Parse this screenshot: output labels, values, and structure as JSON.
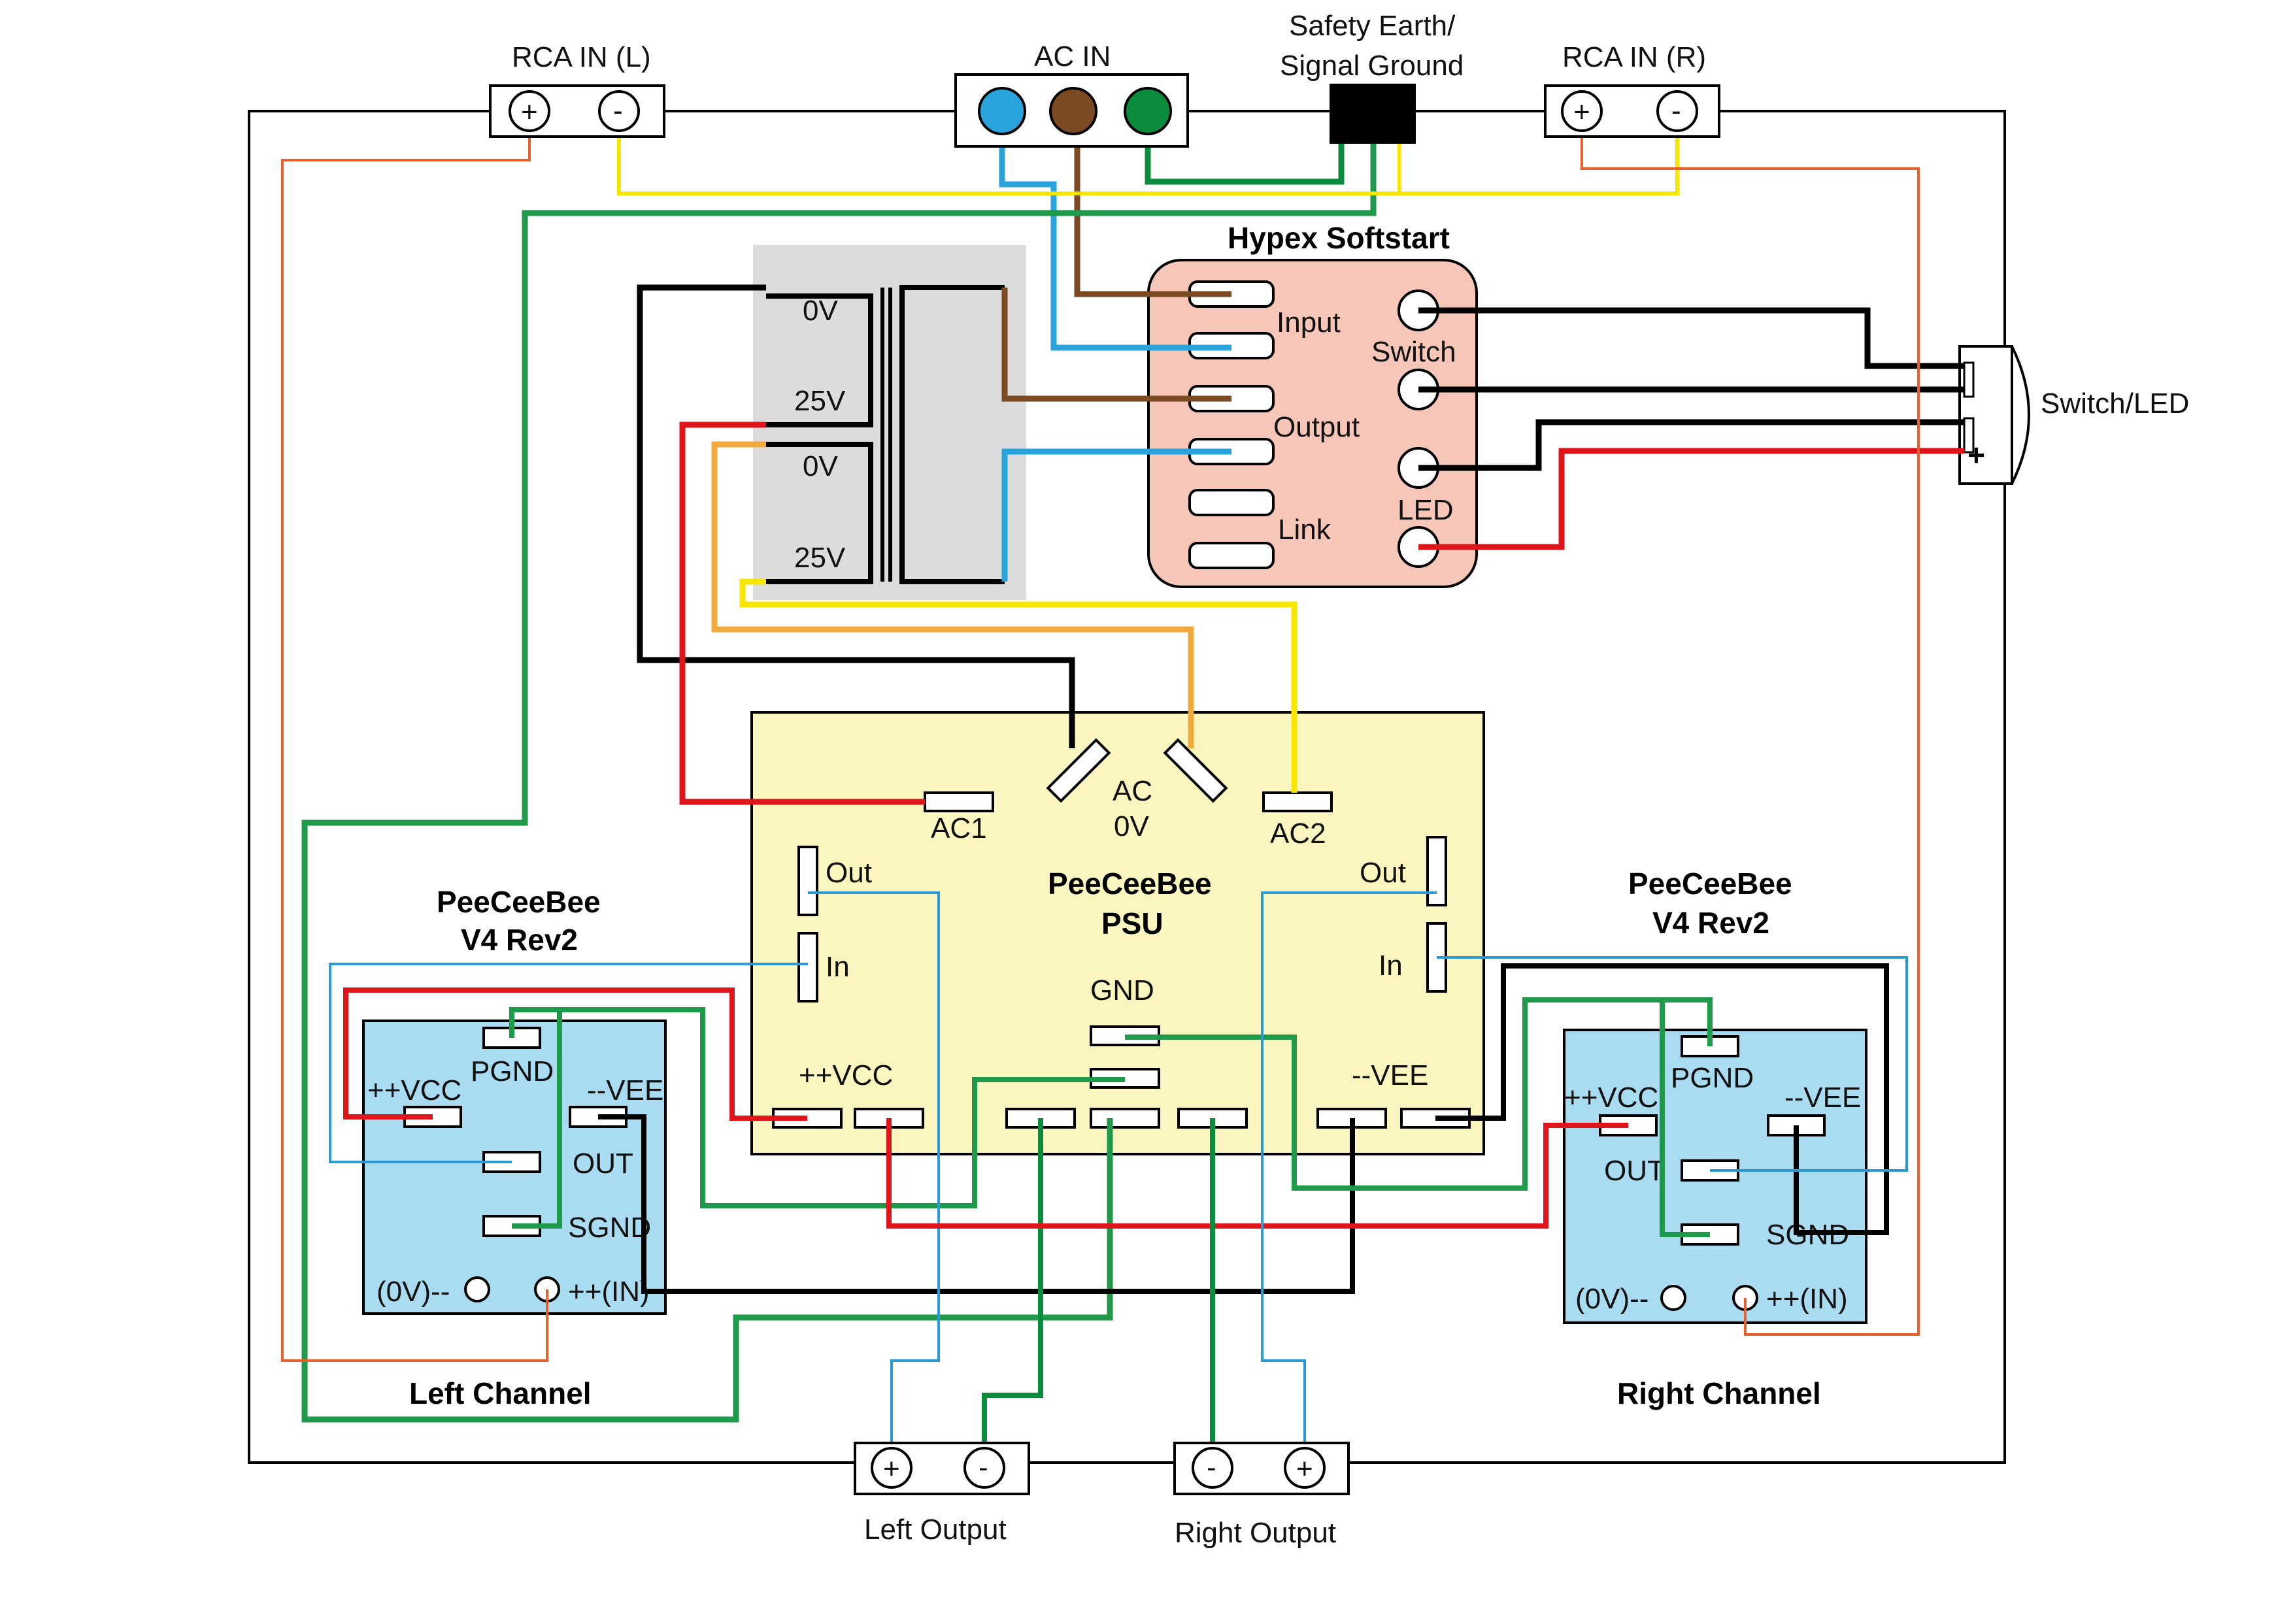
{
  "labels": {
    "rca_left": "RCA IN (L)",
    "ac_in": "AC IN",
    "safety_earth_1": "Safety Earth/",
    "safety_earth_2": "Signal Ground",
    "rca_right": "RCA IN (R)",
    "softstart_title": "Hypex Softstart",
    "ss_input": "Input",
    "ss_output": "Output",
    "ss_link": "Link",
    "ss_switch": "Switch",
    "ss_led": "LED",
    "switch_led": "Switch/LED",
    "tx_0v_a": "0V",
    "tx_25v_a": "25V",
    "tx_0v_b": "0V",
    "tx_25v_b": "25V",
    "psu_ac1": "AC1",
    "psu_ac": "AC",
    "psu_ac0v": "0V",
    "psu_ac2": "AC2",
    "psu_title_1": "PeeCeeBee",
    "psu_title_2": "PSU",
    "psu_out_l": "Out",
    "psu_in_l": "In",
    "psu_out_r": "Out",
    "psu_in_r": "In",
    "psu_gnd": "GND",
    "psu_vcc": "++VCC",
    "psu_vee": "--VEE",
    "amp_left_title_1": "PeeCeeBee",
    "amp_left_title_2": "V4 Rev2",
    "amp_right_title_1": "PeeCeeBee",
    "amp_right_title_2": "V4 Rev2",
    "amp_vcc": "++VCC",
    "amp_pgnd": "PGND",
    "amp_vee": "--VEE",
    "amp_out": "OUT",
    "amp_sgnd": "SGND",
    "amp_0v": "(0V)--",
    "amp_in": "++(IN)",
    "left_channel": "Left Channel",
    "right_channel": "Right Channel",
    "left_output": "Left Output",
    "right_output": "Right Output",
    "plus": "+",
    "minus": "-"
  },
  "colors": {
    "live": "#29a3dc",
    "neutral": "#7b4a22",
    "earth": "#0a8c3c",
    "black": "#000000",
    "red": "#e0141b",
    "orange": "#f2a93b",
    "yellow": "#f7e600",
    "signal_blue": "#2a9ad6",
    "signal_orange": "#e8602c",
    "ground_green": "#1f9a4a",
    "psu_fill": "#fbf6bf",
    "amp_fill": "#a9dbf1",
    "softstart_fill": "#f6c7b9",
    "transformer_fill": "#dcdcdc"
  }
}
